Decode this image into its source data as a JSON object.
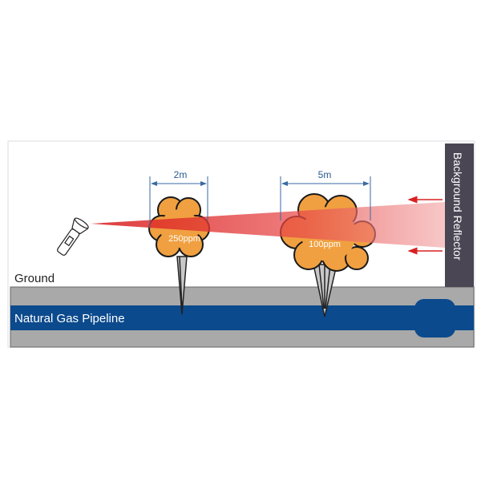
{
  "diagram": {
    "ground_label": "Ground",
    "pipeline_label": "Natural Gas Pipeline",
    "reflector_label": "Background Reflector",
    "leaks": [
      {
        "width_label": "2m",
        "concentration_label": "250ppm"
      },
      {
        "width_label": "5m",
        "concentration_label": "100ppm"
      }
    ]
  },
  "colors": {
    "pipeline": "#0b4a8c",
    "ground": "#a9a9a9",
    "reflector": "#4a4654",
    "cloud": "#f0a040",
    "beam": "#e02020",
    "dimension": "#3a6aa0"
  }
}
